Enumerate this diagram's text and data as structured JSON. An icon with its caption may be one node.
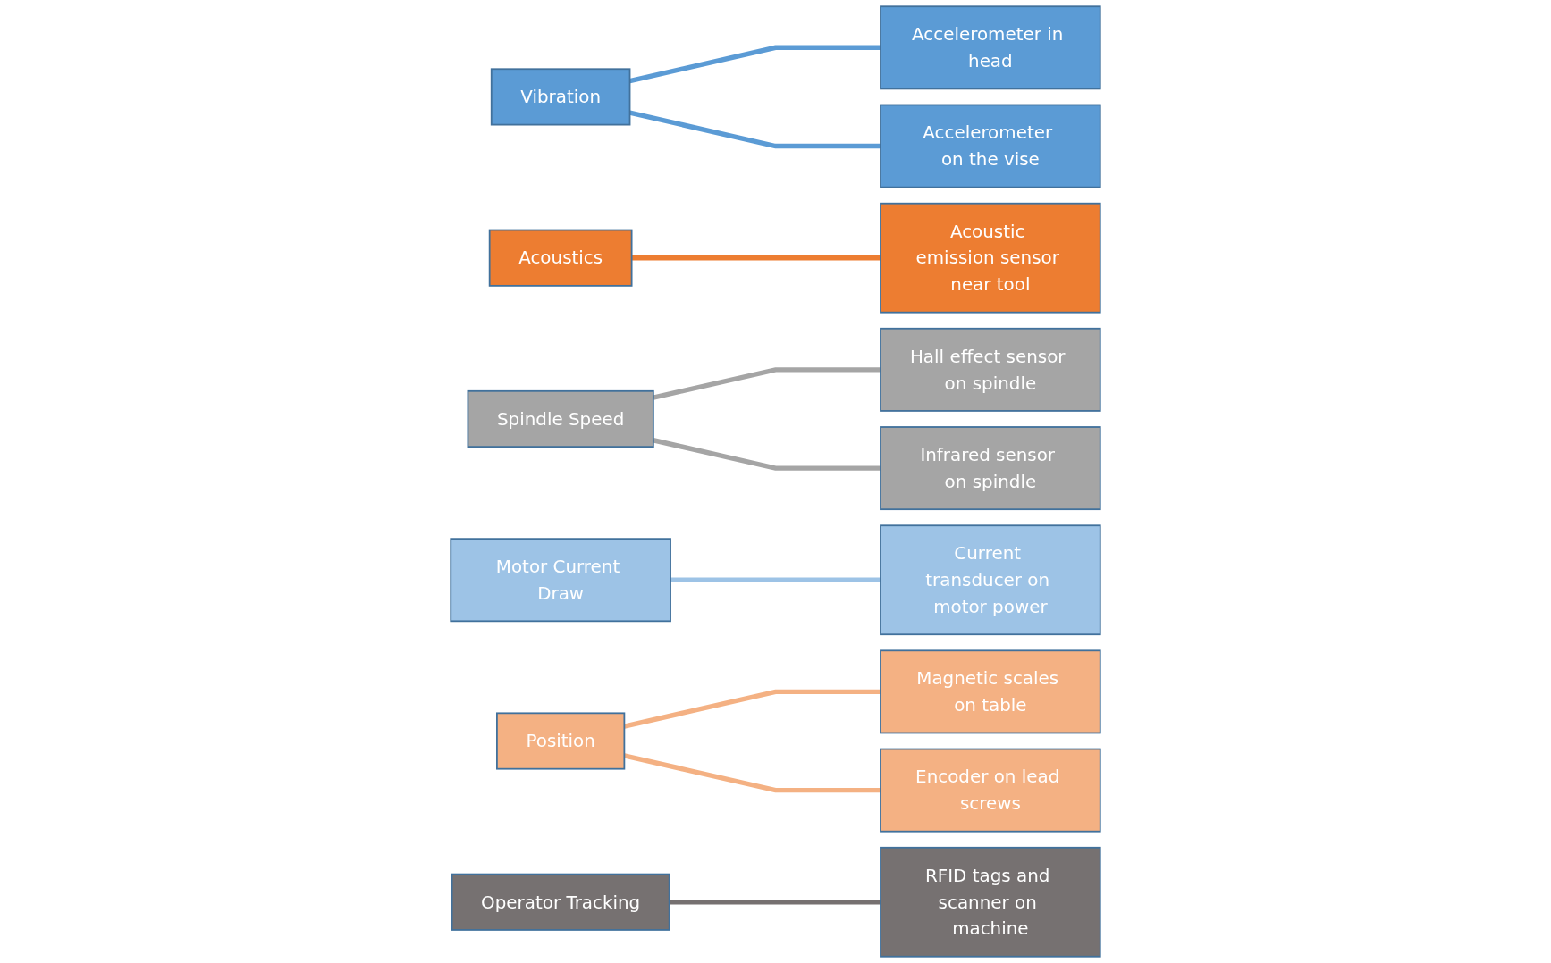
{
  "diagram": {
    "nodes": [
      {
        "text": [
          "Vibration"
        ]
      },
      {
        "text": [
          "Accelerometer in head"
        ]
      },
      {
        "text": [
          "Accelerometer on the vise"
        ]
      },
      {
        "text": [
          "Acoustics"
        ]
      },
      {
        "text": [
          "Acoustic emission sensor near tool"
        ]
      },
      {
        "text": [
          "Spindle Speed"
        ]
      },
      {
        "text": [
          "Hall effect sensor on spindle"
        ]
      },
      {
        "text": [
          "Infrared sensor on spindle"
        ]
      },
      {
        "text": [
          "Motor Current Draw"
        ]
      },
      {
        "text": [
          "Current transducer on motor power"
        ]
      },
      {
        "text": [
          "Position"
        ]
      },
      {
        "text": [
          "Magnetic scales on table"
        ]
      },
      {
        "text": [
          "Encoder on lead screws"
        ]
      },
      {
        "text": [
          "Operator Tracking"
        ]
      },
      {
        "text": [
          "RFID tags and scanner on machine"
        ]
      }
    ],
    "edges": [
      {
        "from": 0,
        "to": 1,
        "arrow": "none",
        "color": "#5b9bd5"
      },
      {
        "from": 0,
        "to": 2,
        "arrow": "none",
        "color": "#5b9bd5"
      },
      {
        "from": 3,
        "to": 4,
        "arrow": "none",
        "color": "#ed7d31"
      },
      {
        "from": 5,
        "to": 6,
        "arrow": "none",
        "color": "#a5a5a5"
      },
      {
        "from": 5,
        "to": 7,
        "arrow": "none",
        "color": "#a5a5a5"
      },
      {
        "from": 8,
        "to": 9,
        "arrow": "none",
        "color": "#9dc3e6"
      },
      {
        "from": 10,
        "to": 11,
        "arrow": "none",
        "color": "#f4b183"
      },
      {
        "from": 10,
        "to": 12,
        "arrow": "none",
        "color": "#f4b183"
      },
      {
        "from": 13,
        "to": 14,
        "arrow": "none",
        "color": "#767171"
      }
    ]
  }
}
